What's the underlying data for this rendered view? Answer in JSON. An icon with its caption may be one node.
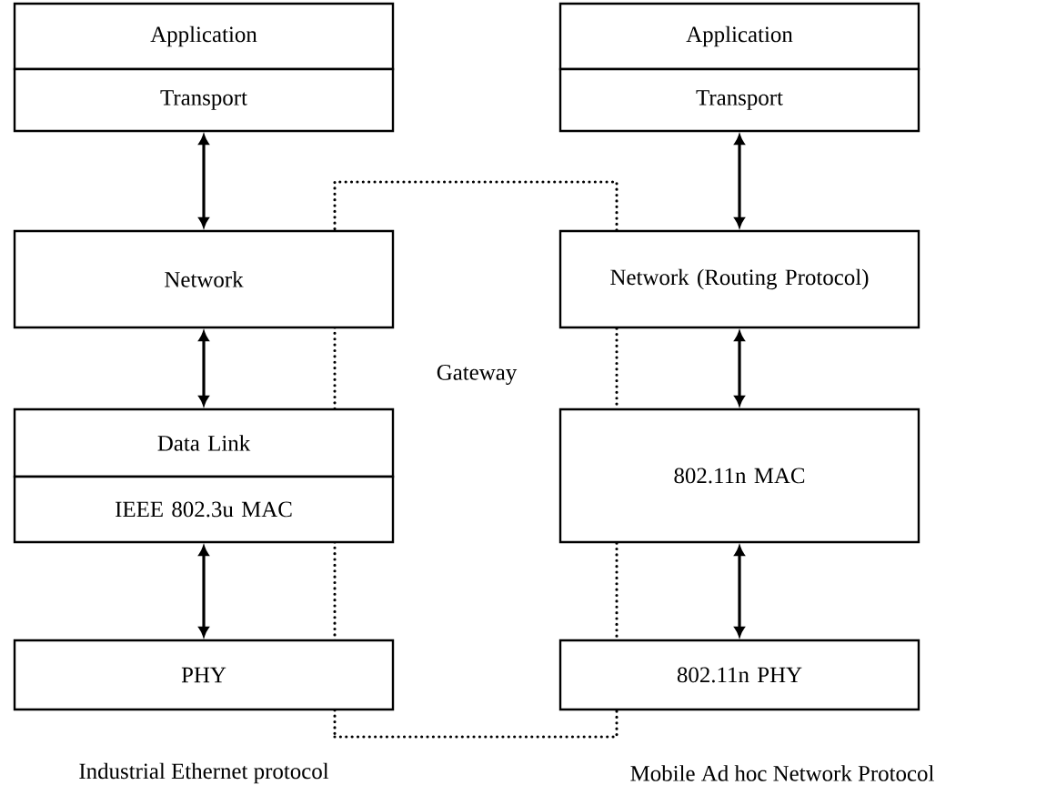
{
  "diagram": {
    "nodes": [
      {
        "text": [
          "Application"
        ]
      },
      {
        "text": [
          "Transport"
        ]
      },
      {
        "text": [
          "Network"
        ]
      },
      {
        "text": [
          "Data Link"
        ]
      },
      {
        "text": [
          "IEEE 802.3u MAC"
        ]
      },
      {
        "text": [
          "PHY"
        ]
      },
      {
        "text": [
          "Application"
        ]
      },
      {
        "text": [
          "Transport"
        ]
      },
      {
        "text": [
          "Network (Routing Protocol)"
        ]
      },
      {
        "text": [
          "802.11n MAC"
        ]
      },
      {
        "text": [
          "802.11n PHY"
        ]
      },
      {
        "text": [
          "Gateway"
        ]
      }
    ],
    "edges": [
      {
        "from": 1,
        "to": 2,
        "arrow": "both"
      },
      {
        "from": 2,
        "to": 3,
        "arrow": "both"
      },
      {
        "from": 4,
        "to": 5,
        "arrow": "both"
      },
      {
        "from": 7,
        "to": 8,
        "arrow": "both"
      },
      {
        "from": 8,
        "to": 9,
        "arrow": "both"
      },
      {
        "from": 9,
        "to": 10,
        "arrow": "both"
      }
    ],
    "labels": [
      "Industrial Ethernet protocol",
      "Mobile Ad hoc Network Protocol"
    ]
  }
}
